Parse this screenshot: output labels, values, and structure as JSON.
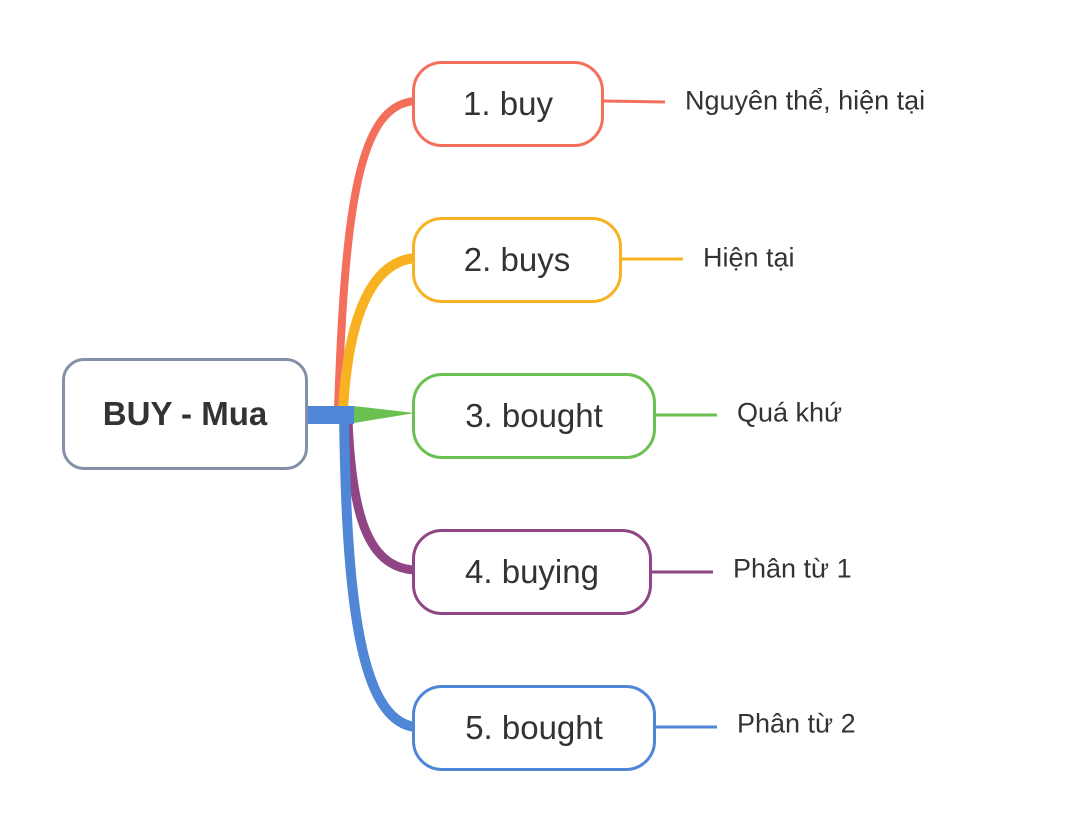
{
  "root": {
    "label": "BUY - Mua",
    "border_color": "#8490a8"
  },
  "branches": [
    {
      "label": "1. buy",
      "note": "Nguyên thể, hiện tại",
      "color": "#f36f5b"
    },
    {
      "label": "2. buys",
      "note": "Hiện tại",
      "color": "#f8b120"
    },
    {
      "label": "3. bought",
      "note": "Quá khứ",
      "color": "#6bc052"
    },
    {
      "label": "4. buying",
      "note": "Phân từ 1",
      "color": "#904585"
    },
    {
      "label": "5. bought",
      "note": "Phân từ 2",
      "color": "#4f87d6"
    }
  ]
}
